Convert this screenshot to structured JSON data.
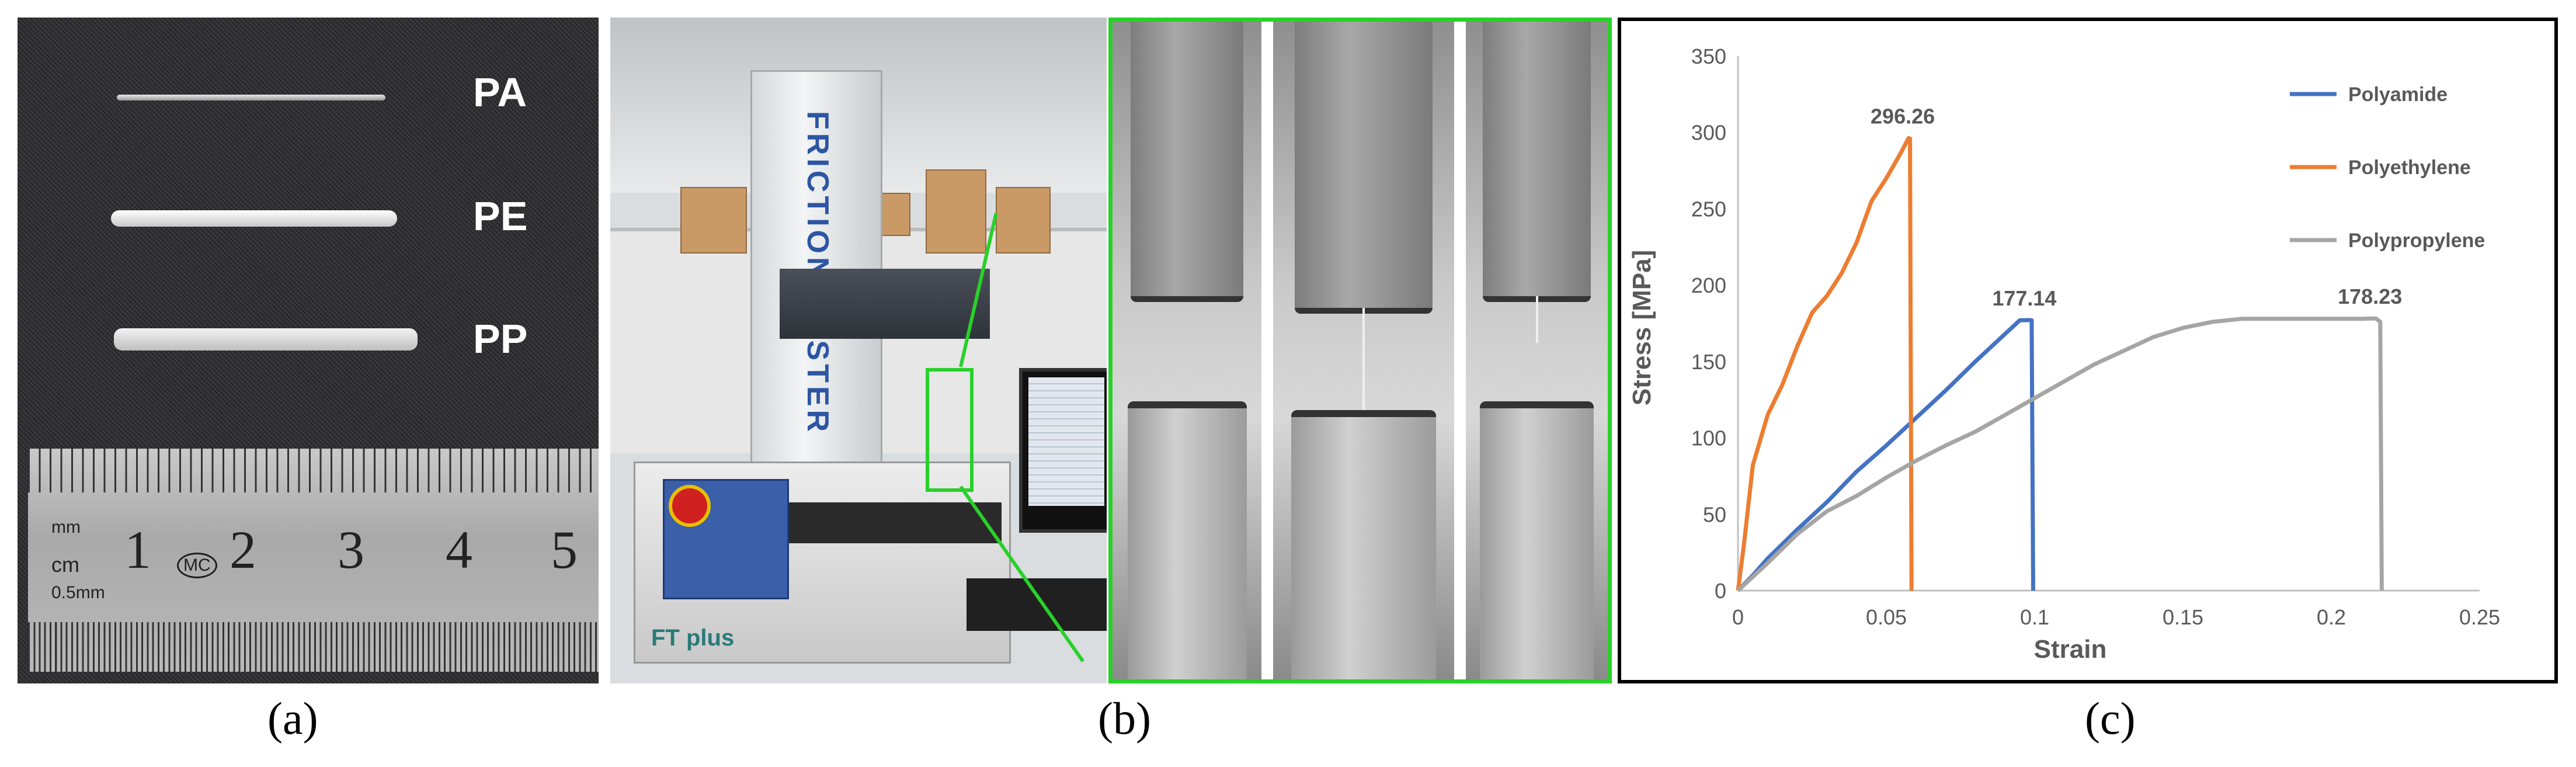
{
  "panel_a": {
    "fiber_labels": [
      "PA",
      "PE",
      "PP"
    ],
    "ruler": {
      "numbers": [
        "1",
        "2",
        "3",
        "4",
        "5"
      ],
      "unit_cm": "cm",
      "unit_mm": "mm",
      "unit_half_mm": "0.5mm",
      "logo": "MC"
    }
  },
  "panel_b": {
    "machine_text": "FRICTION TESTER",
    "brand_text": "FT plus"
  },
  "panel_c": {
    "chart_data": {
      "type": "line",
      "title": "",
      "xlabel": "Strain",
      "ylabel": "Stress [MPa]",
      "xlim": [
        0,
        0.25
      ],
      "ylim": [
        0,
        350
      ],
      "x_ticks": [
        "0",
        "0.05",
        "0.1",
        "0.15",
        "0.2",
        "0.25"
      ],
      "y_ticks": [
        "0",
        "50",
        "100",
        "150",
        "200",
        "250",
        "300",
        "350"
      ],
      "grid": false,
      "legend_position": "top-right",
      "series": [
        {
          "name": "Polyamide",
          "color": "#4472c4",
          "points": [
            [
              0,
              0
            ],
            [
              0.005,
              10
            ],
            [
              0.01,
              21
            ],
            [
              0.02,
              40
            ],
            [
              0.03,
              58
            ],
            [
              0.04,
              78
            ],
            [
              0.05,
              95
            ],
            [
              0.06,
              113
            ],
            [
              0.07,
              131
            ],
            [
              0.08,
              150
            ],
            [
              0.09,
              168
            ],
            [
              0.095,
              177
            ],
            [
              0.0985,
              177.14
            ],
            [
              0.099,
              177
            ],
            [
              0.0995,
              0
            ]
          ],
          "peak_label": "177.14"
        },
        {
          "name": "Polyethylene",
          "color": "#ed7d31",
          "points": [
            [
              0,
              0
            ],
            [
              0.002,
              30
            ],
            [
              0.005,
              82
            ],
            [
              0.01,
              115
            ],
            [
              0.015,
              135
            ],
            [
              0.02,
              160
            ],
            [
              0.025,
              182
            ],
            [
              0.03,
              193
            ],
            [
              0.035,
              208
            ],
            [
              0.04,
              228
            ],
            [
              0.045,
              255
            ],
            [
              0.05,
              270
            ],
            [
              0.055,
              287
            ],
            [
              0.0575,
              296.26
            ],
            [
              0.058,
              296
            ],
            [
              0.0585,
              0
            ]
          ],
          "peak_label": "296.26"
        },
        {
          "name": "Polypropylene",
          "color": "#a5a5a5",
          "points": [
            [
              0,
              0
            ],
            [
              0.01,
              18
            ],
            [
              0.02,
              37
            ],
            [
              0.03,
              52
            ],
            [
              0.04,
              62
            ],
            [
              0.05,
              74
            ],
            [
              0.06,
              85
            ],
            [
              0.07,
              95
            ],
            [
              0.08,
              104
            ],
            [
              0.09,
              115
            ],
            [
              0.1,
              126
            ],
            [
              0.11,
              137
            ],
            [
              0.12,
              148
            ],
            [
              0.13,
              157
            ],
            [
              0.14,
              166
            ],
            [
              0.15,
              172
            ],
            [
              0.16,
              176
            ],
            [
              0.17,
              178
            ],
            [
              0.18,
              178
            ],
            [
              0.19,
              178
            ],
            [
              0.2,
              178
            ],
            [
              0.21,
              178
            ],
            [
              0.215,
              178.23
            ],
            [
              0.2165,
              176
            ],
            [
              0.217,
              0
            ]
          ],
          "peak_label": "178.23"
        }
      ]
    }
  },
  "sublabels": [
    "(a)",
    "(b)",
    "(c)"
  ]
}
